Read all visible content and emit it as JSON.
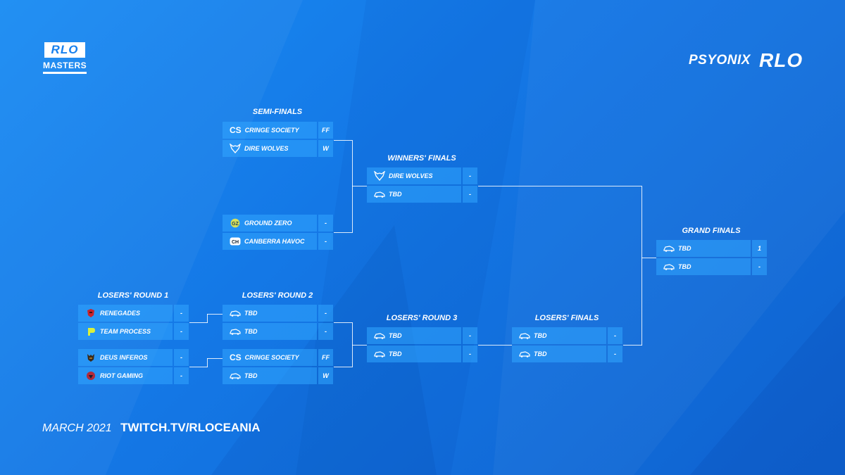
{
  "brand": {
    "rlo_masters_top": "RLO",
    "rlo_masters_bottom": "MASTERS",
    "psyonix": "PSYONIX",
    "rlo": "RLO"
  },
  "rounds": {
    "semi_finals": "SEMI-FINALS",
    "winners_finals": "WINNERS' FINALS",
    "grand_finals": "GRAND FINALS",
    "losers_round_1": "LOSERS' ROUND 1",
    "losers_round_2": "LOSERS' ROUND 2",
    "losers_round_3": "LOSERS' ROUND 3",
    "losers_finals": "LOSERS' FINALS"
  },
  "matches": {
    "sf1": [
      {
        "team": "CRINGE SOCIETY",
        "score": "FF",
        "icon": "cs-icon"
      },
      {
        "team": "DIRE WOLVES",
        "score": "W",
        "icon": "wolf-icon"
      }
    ],
    "sf2": [
      {
        "team": "GROUND ZERO",
        "score": "-",
        "icon": "ground-zero-icon"
      },
      {
        "team": "CANBERRA HAVOC",
        "score": "-",
        "icon": "canberra-havoc-icon"
      }
    ],
    "wf": [
      {
        "team": "DIRE WOLVES",
        "score": "-",
        "icon": "wolf-icon"
      },
      {
        "team": "TBD",
        "score": "-",
        "icon": "car-icon"
      }
    ],
    "gf": [
      {
        "team": "TBD",
        "score": "1",
        "icon": "car-icon"
      },
      {
        "team": "TBD",
        "score": "-",
        "icon": "car-icon"
      }
    ],
    "lr1a": [
      {
        "team": "RENEGADES",
        "score": "-",
        "icon": "renegades-icon"
      },
      {
        "team": "TEAM PROCESS",
        "score": "-",
        "icon": "team-process-icon"
      }
    ],
    "lr1b": [
      {
        "team": "DEUS INFEROS",
        "score": "-",
        "icon": "deus-inferos-icon"
      },
      {
        "team": "RIOT GAMING",
        "score": "-",
        "icon": "riot-gaming-icon"
      }
    ],
    "lr2a": [
      {
        "team": "TBD",
        "score": "-",
        "icon": "car-icon"
      },
      {
        "team": "TBD",
        "score": "-",
        "icon": "car-icon"
      }
    ],
    "lr2b": [
      {
        "team": "CRINGE SOCIETY",
        "score": "FF",
        "icon": "cs-icon"
      },
      {
        "team": "TBD",
        "score": "W",
        "icon": "car-icon"
      }
    ],
    "lr3": [
      {
        "team": "TBD",
        "score": "-",
        "icon": "car-icon"
      },
      {
        "team": "TBD",
        "score": "-",
        "icon": "car-icon"
      }
    ],
    "lf": [
      {
        "team": "TBD",
        "score": "-",
        "icon": "car-icon"
      },
      {
        "team": "TBD",
        "score": "-",
        "icon": "car-icon"
      }
    ]
  },
  "cs_label": "CS",
  "footer": {
    "date": "MARCH 2021",
    "url": "TWITCH.TV/RLOCEANIA"
  },
  "colors": {
    "background": "#1680ee",
    "cell": "#3aa5ff",
    "text": "#ffffff"
  }
}
